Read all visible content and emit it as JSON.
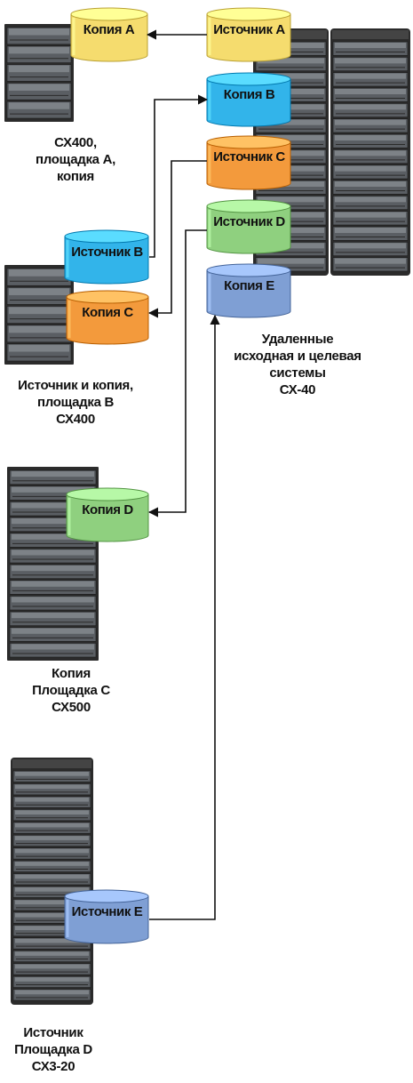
{
  "colors": {
    "yellow": "#f5dc6e",
    "blue": "#32b4ea",
    "orange": "#f39a3c",
    "green": "#8fd07f",
    "slate": "#7f9fd4",
    "rack": "#2b2b2b",
    "arrow": "#111111"
  },
  "volumes": {
    "copy_a": "Копия А",
    "source_a": "Источник А",
    "copy_b": "Копия В",
    "source_c": "Источник С",
    "source_d": "Источник D",
    "copy_e": "Копия Е",
    "source_b": "Источник В",
    "copy_c": "Копия С",
    "copy_d": "Копия D",
    "source_e": "Источник Е"
  },
  "captions": {
    "site_a": [
      "СХ400,",
      "площадка А,",
      "копия"
    ],
    "site_b": [
      "Источник и копия,",
      "площадка В",
      "СХ400"
    ],
    "site_c": [
      "Копия",
      "Площадка С",
      "СХ500"
    ],
    "site_d": [
      "Источник",
      "Площадка D",
      "СХ3-20"
    ],
    "remote": [
      "Удаленные",
      "исходная и целевая",
      "системы",
      "СХ-40"
    ]
  },
  "icons": {
    "storage": "storage-rack-icon",
    "volume": "database-cylinder-icon",
    "link": "replication-arrow-icon"
  }
}
